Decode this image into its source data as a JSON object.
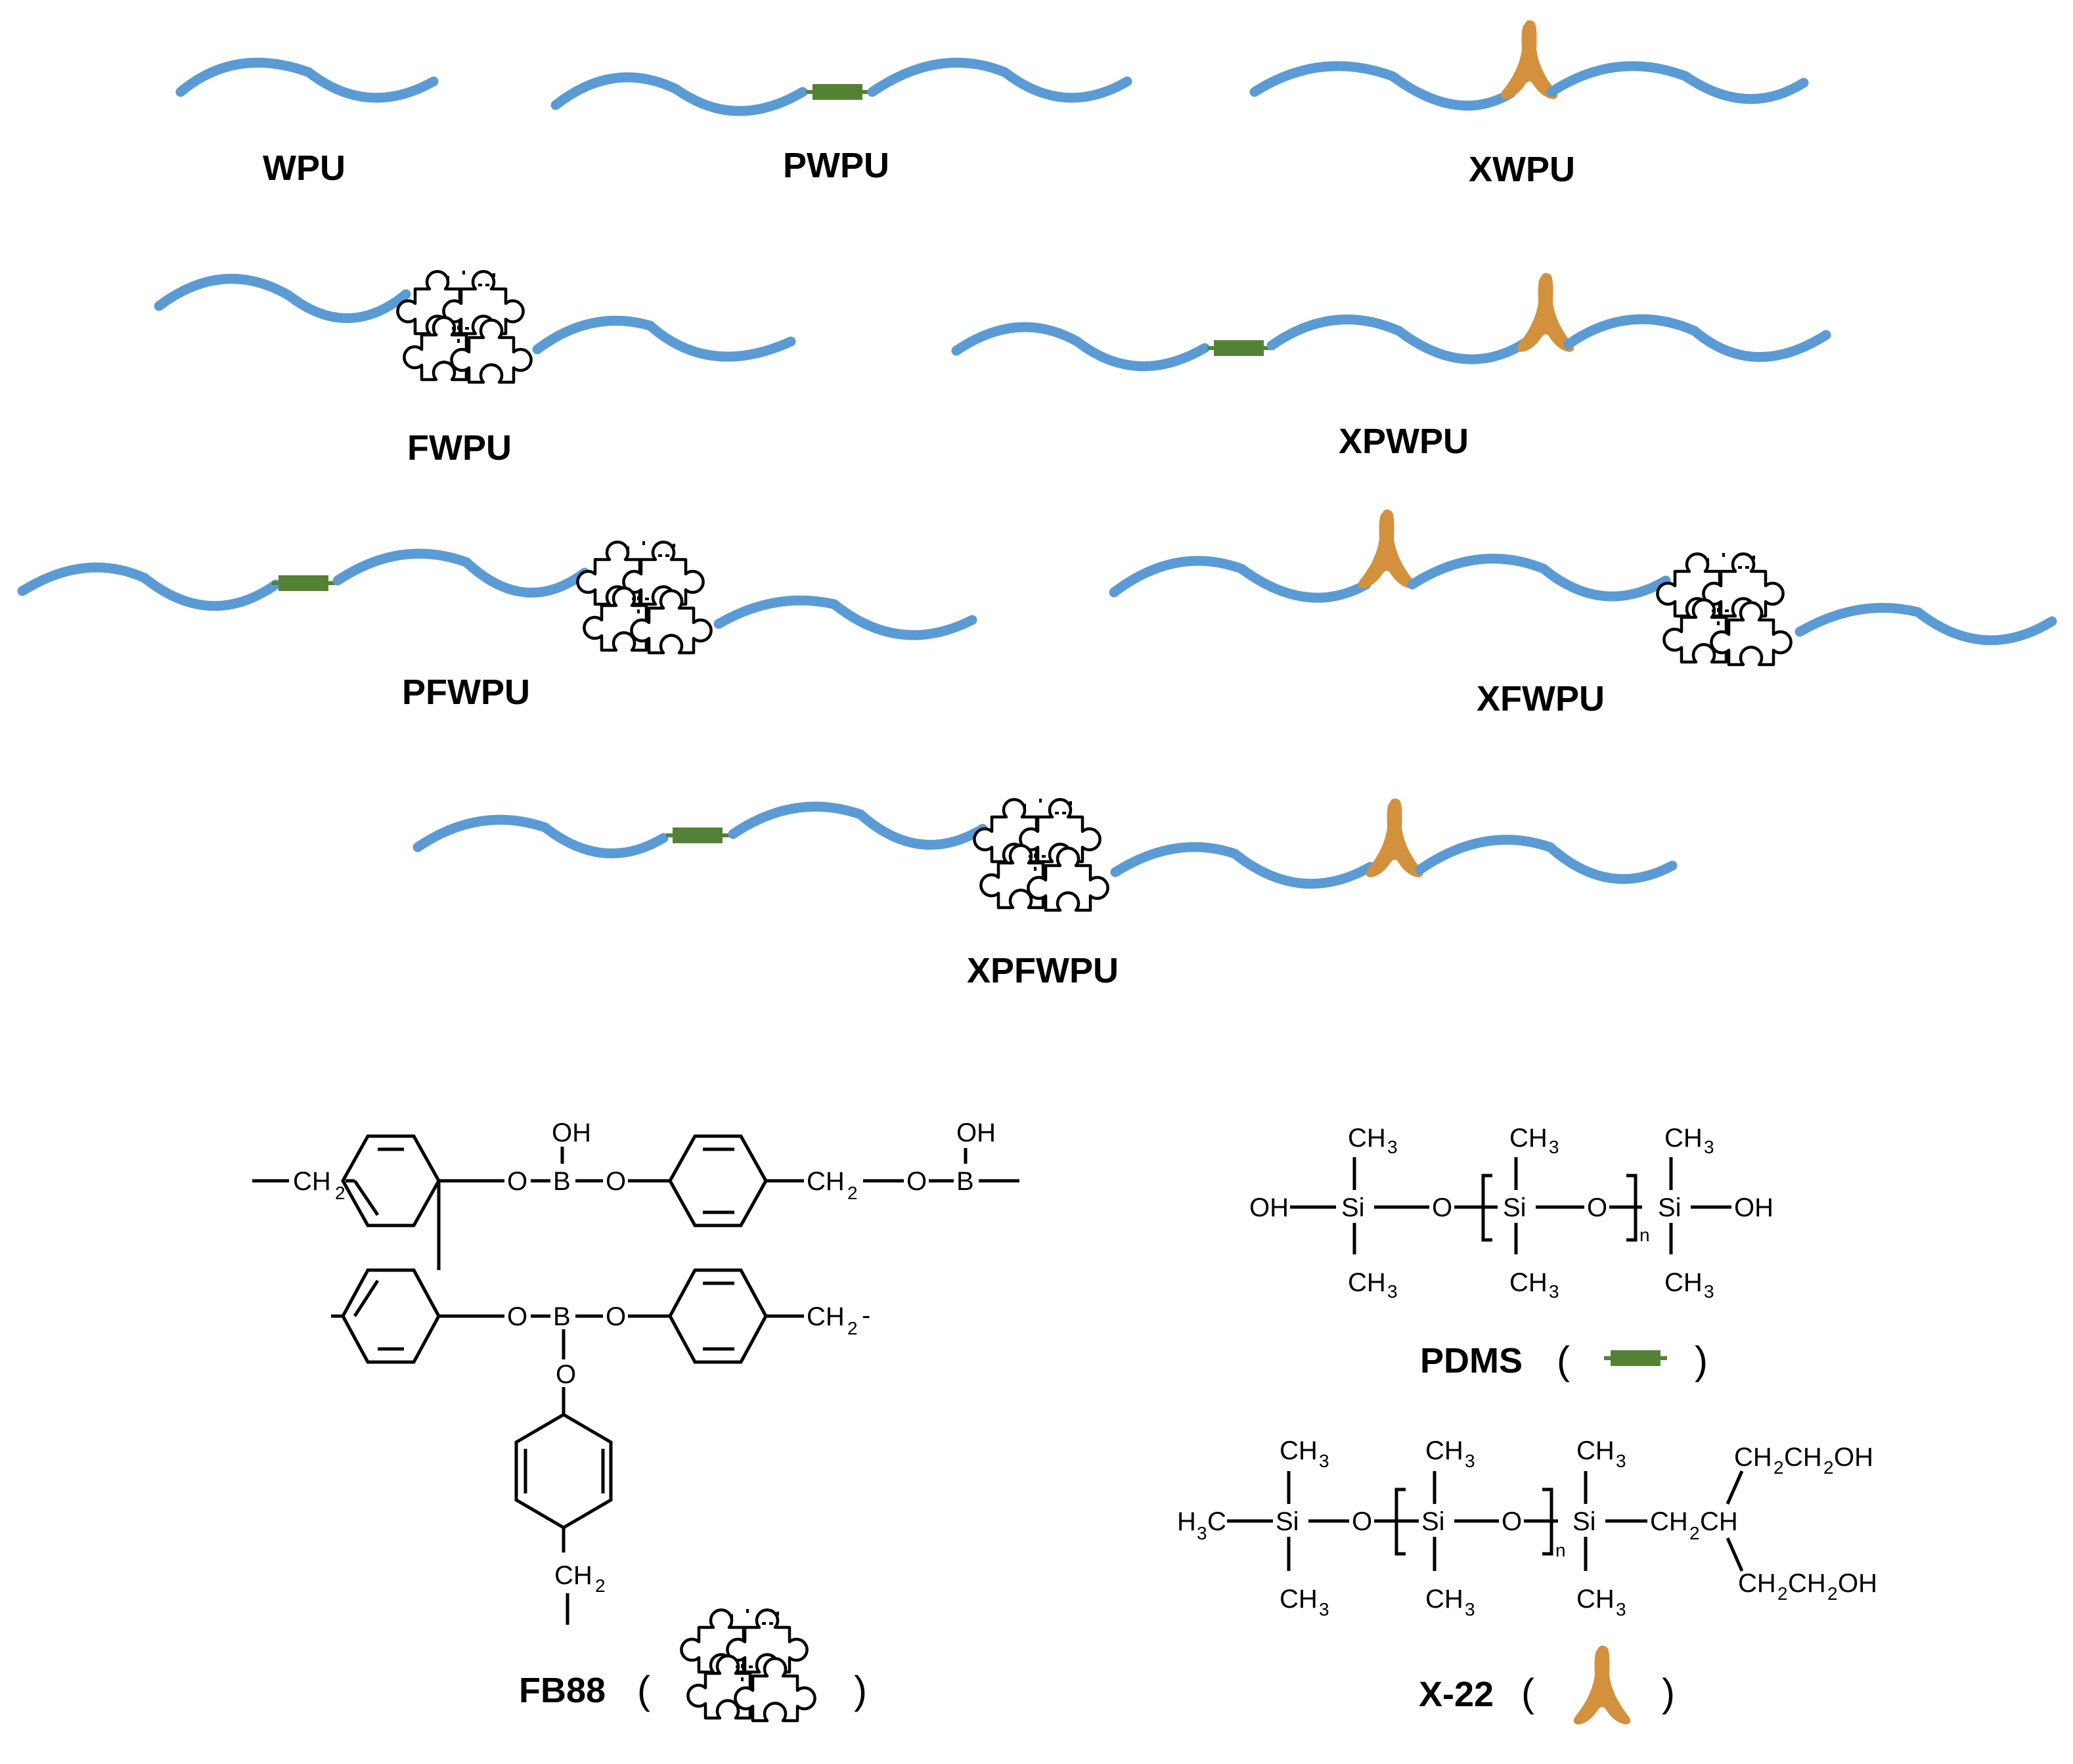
{
  "colors": {
    "chain": "#5b9bd5",
    "pdms": "#548235",
    "x22": "#d3913d",
    "outline": "#000000"
  },
  "labels": {
    "wpu": "WPU",
    "pwpu": "PWPU",
    "xwpu": "XWPU",
    "fwpu": "FWPU",
    "xpwpu": "XPWPU",
    "pfwpu": "PFWPU",
    "xfwpu": "XFWPU",
    "xpfwpu": "XPFWPU"
  },
  "legend": {
    "fb88": "FB88",
    "pdms": "PDMS",
    "x22": "X-22",
    "paren_open": "(",
    "paren_close": ")"
  },
  "chem": {
    "oh": "OH",
    "o": "O",
    "b": "B",
    "si": "Si",
    "ch": "CH",
    "c": "C",
    "h": "H",
    "ch2": "CH",
    "ch3": "CH",
    "two": "2",
    "three": "3",
    "n": "n",
    "dash": "-",
    "h3": "H"
  },
  "icons": [
    "chain-segment",
    "pdms-block-icon",
    "x22-branch-icon",
    "fb88-puzzle-icon"
  ]
}
